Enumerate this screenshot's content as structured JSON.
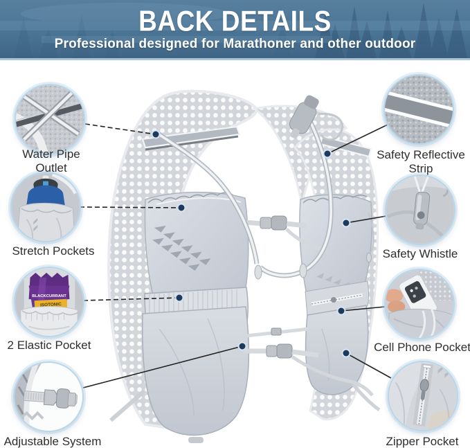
{
  "banner": {
    "title": "BACK DETAILS",
    "subtitle": "Professional designed for Marathoner and other outdoor"
  },
  "callouts": [
    {
      "label": "Water Pipe Outlet",
      "position": "left-1",
      "connector": "dashed"
    },
    {
      "label": "Safety Reflective Strip",
      "position": "right-1",
      "connector": "solid"
    },
    {
      "label": "Stretch Pockets",
      "position": "left-2",
      "connector": "dashed"
    },
    {
      "label": "Safety Whistle",
      "position": "right-2",
      "connector": "solid"
    },
    {
      "label": "2 Elastic Pocket",
      "position": "left-3",
      "connector": "dashed"
    },
    {
      "label": "Cell Phone Pocket",
      "position": "right-3",
      "connector": "solid"
    },
    {
      "label": "Adjustable System",
      "position": "left-4",
      "connector": "solid"
    },
    {
      "label": "Zipper Pocket",
      "position": "right-4",
      "connector": "solid"
    }
  ],
  "gel_pack": {
    "flavor": "BLACKCURRANT",
    "type": "ISOTONIC"
  },
  "colors": {
    "banner_blue": "#4b7495",
    "anchor_dot": "#1c3a5e",
    "circle_border": "#b9d6ea",
    "label_text": "#2e2e2e"
  }
}
